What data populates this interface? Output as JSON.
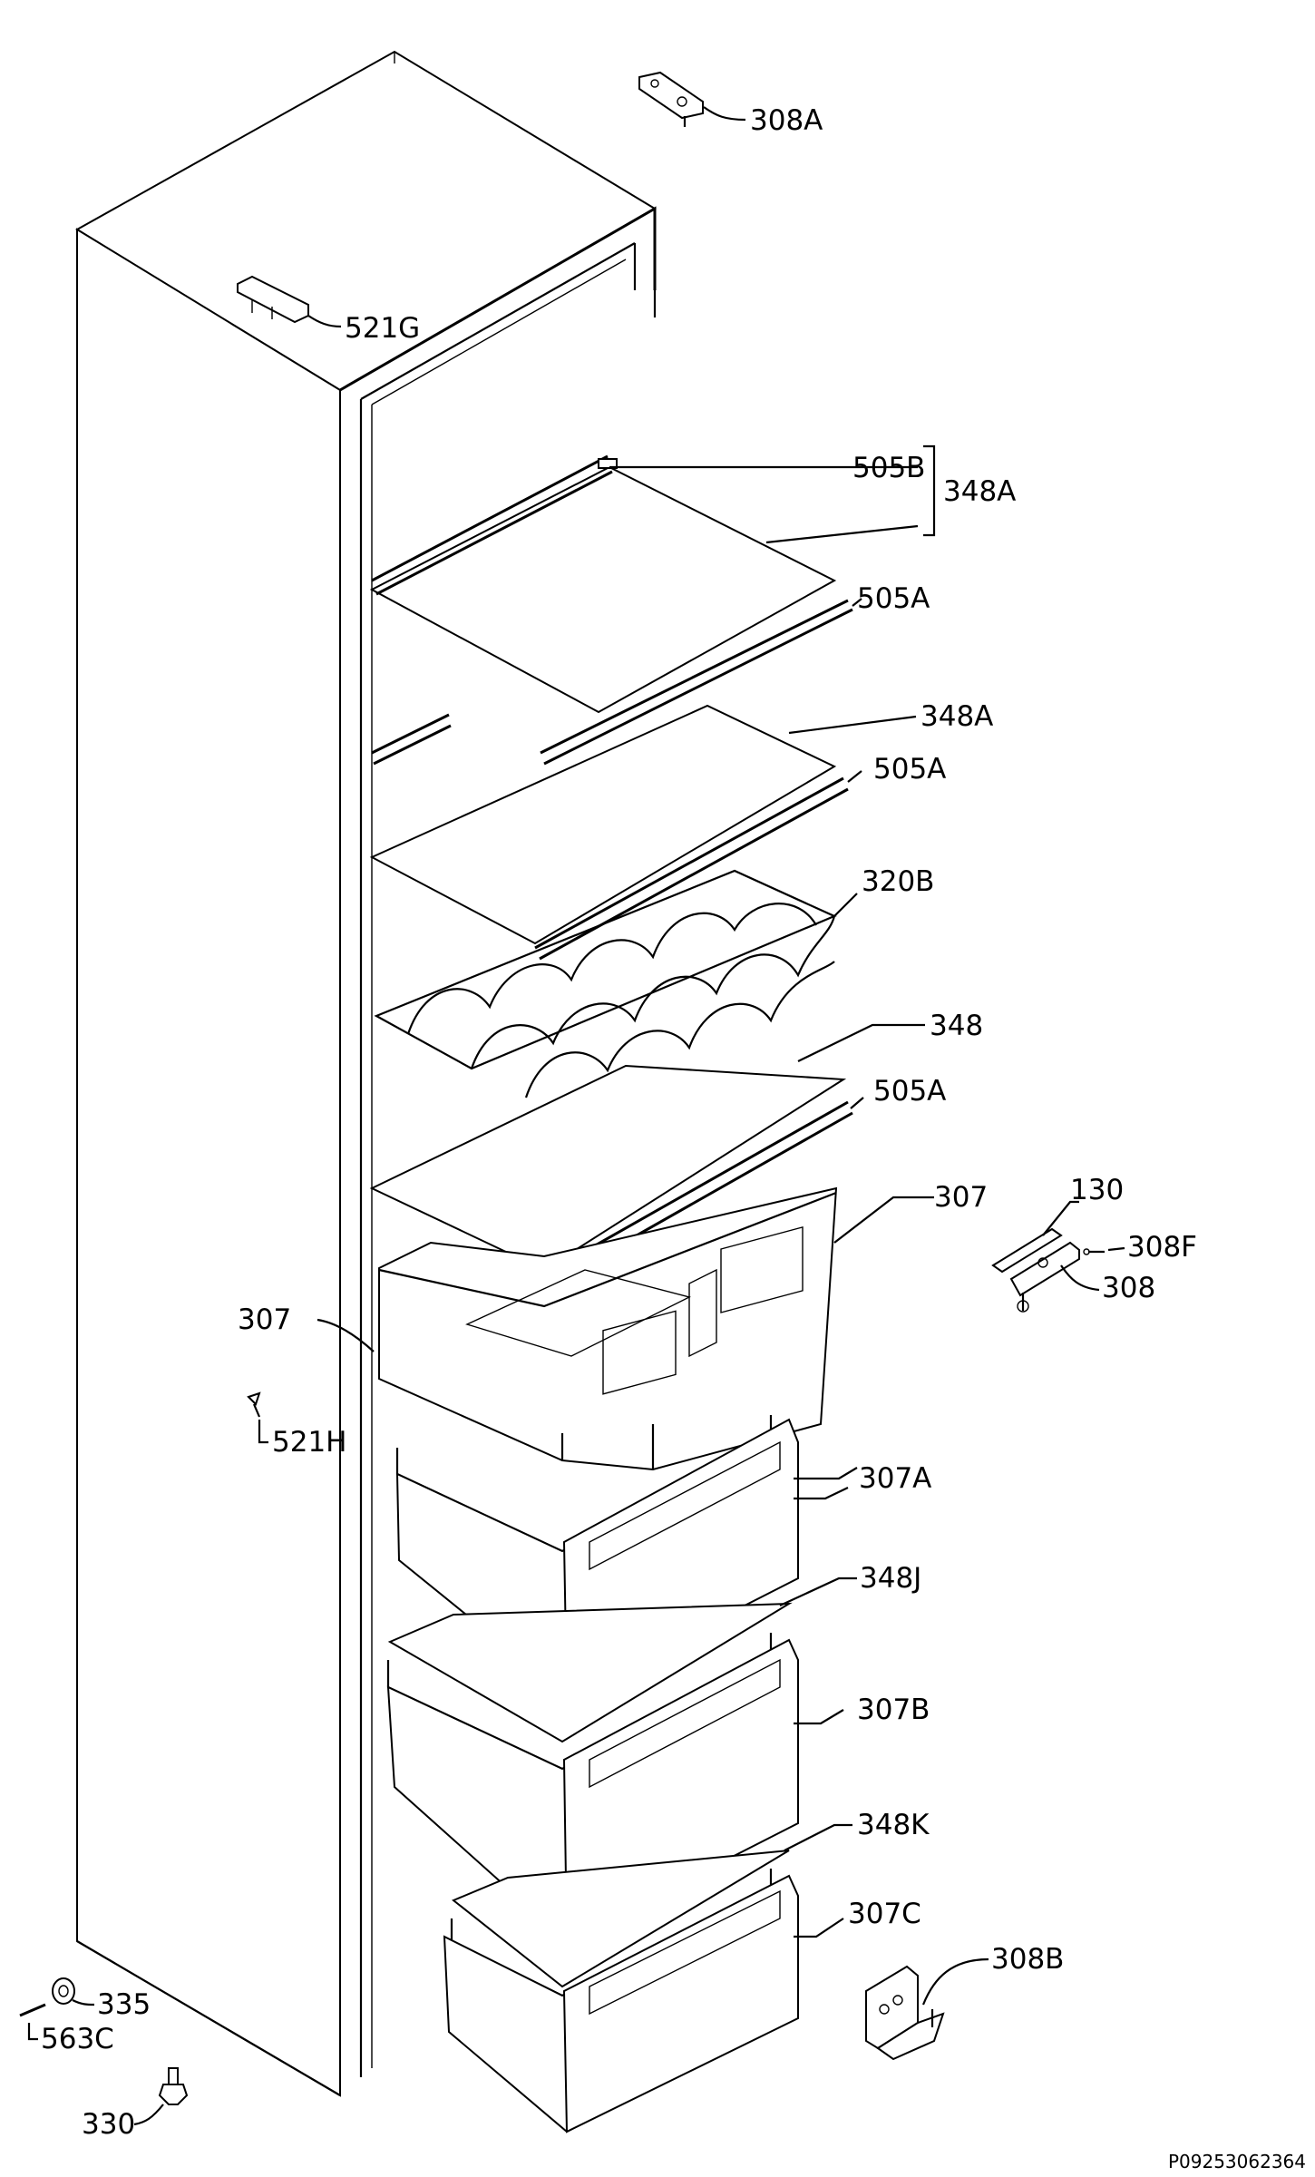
{
  "labels": {
    "l308a": "308A",
    "l521g": "521G",
    "l505b": "505B",
    "l348a_top": "348A",
    "l505a_1": "505A",
    "l348a_2": "348A",
    "l505a_2": "505A",
    "l320b": "320B",
    "l348": "348",
    "l505a_3": "505A",
    "l307_r": "307",
    "l130": "130",
    "l308f": "308F",
    "l308": "308",
    "l307_l": "307",
    "l521h": "521H",
    "l307a": "307A",
    "l348j": "348J",
    "l307b": "307B",
    "l348k": "348K",
    "l307c": "307C",
    "l308b": "308B",
    "l335": "335",
    "l563c": "563C",
    "l330": "330"
  },
  "drawing_code": "P09253062364"
}
